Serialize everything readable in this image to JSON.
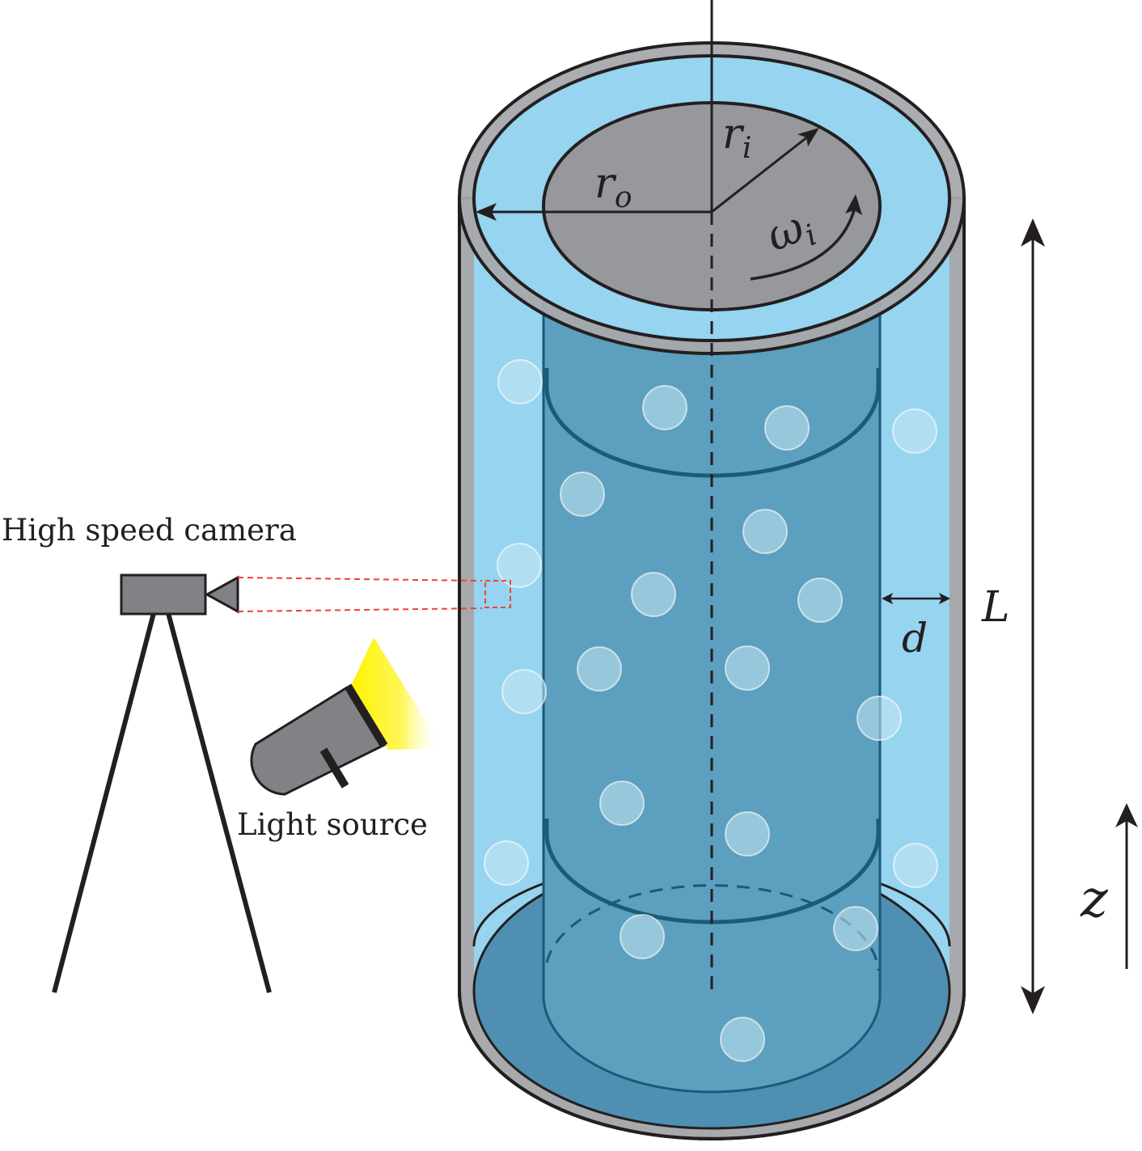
{
  "labels": {
    "camera": "High speed camera",
    "light": "Light source",
    "r_o": "r",
    "r_o_sub": "o",
    "r_i": "r",
    "r_i_sub": "i",
    "omega": "ω",
    "omega_sub": "i",
    "gap": "d",
    "length": "L",
    "axis": "z"
  },
  "colors": {
    "water_light": "#96d4ef",
    "water_dark": "#5c9fbf",
    "bottom": "#4e8fb2",
    "inner_top": "#97989c",
    "wall_gray": "#a7a9ac",
    "outline": "#231f20",
    "bubble": "#c9e7f3",
    "beam": "#fff200",
    "camera_body": "#808285",
    "laser": "#ef4136"
  }
}
